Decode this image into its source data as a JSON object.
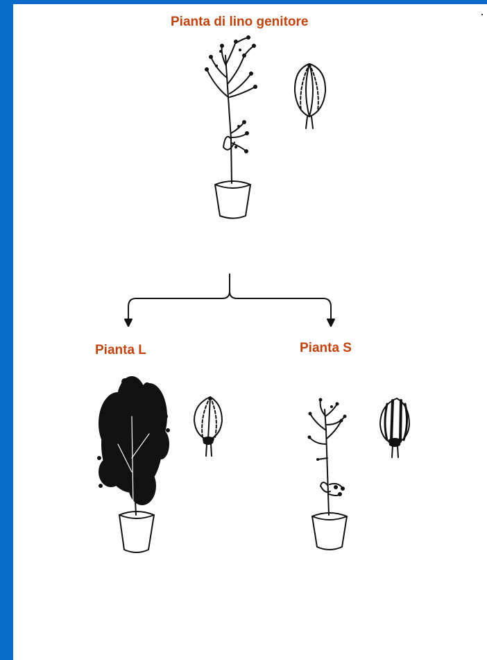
{
  "colors": {
    "frame": "#0a6cc9",
    "label": "#c0440f",
    "ink": "#111111"
  },
  "labels": {
    "parent": "Pianta di lino genitore",
    "plant_l": "Pianta L",
    "plant_s": "Pianta S"
  }
}
